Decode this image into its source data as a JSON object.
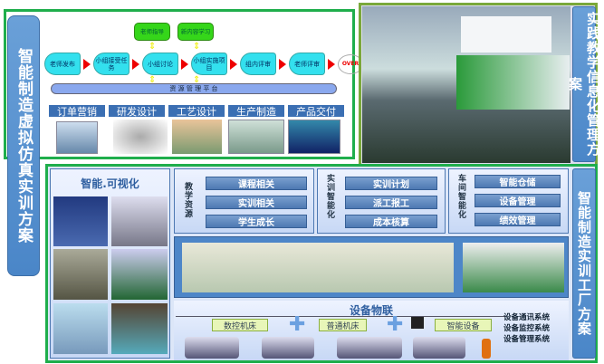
{
  "left_panel": {
    "title": "智能制造虚拟仿真实训方案"
  },
  "flow": {
    "top_boxes": [
      "老师指导",
      "新内容学习"
    ],
    "steps": [
      "老师发布",
      "小组接受任务",
      "小组讨论",
      "小组实施项目",
      "组内评审",
      "老师评审"
    ],
    "end": "OVER",
    "platform": "资 源 管 理 平 台",
    "stages": [
      "订单营销",
      "研发设计",
      "工艺设计",
      "生产制造",
      "产品交付"
    ]
  },
  "right_top_panel": {
    "title": "实践教学信息化管理方案"
  },
  "factory_panel": {
    "title": "智能制造实训工厂方案",
    "visual_title": "智能.可视化",
    "groups": [
      {
        "label": "教学资源",
        "items": [
          "课程相关",
          "实训相关",
          "学生成长"
        ]
      },
      {
        "label": "实训智能化",
        "items": [
          "实训计划",
          "派工报工",
          "成本核算"
        ]
      },
      {
        "label": "车间智能化",
        "items": [
          "智能仓储",
          "设备管理",
          "绩效管理"
        ]
      }
    ],
    "iot": {
      "title": "设备物联",
      "devices": [
        "数控机床",
        "普通机床",
        "智能设备"
      ],
      "systems": [
        "设备通讯系统",
        "设备监控系统",
        "设备管理系统"
      ]
    }
  },
  "colors": {
    "green_border": "#1fae4c",
    "label_blue": "#4a86c8",
    "olive_border": "#7aa83a"
  }
}
